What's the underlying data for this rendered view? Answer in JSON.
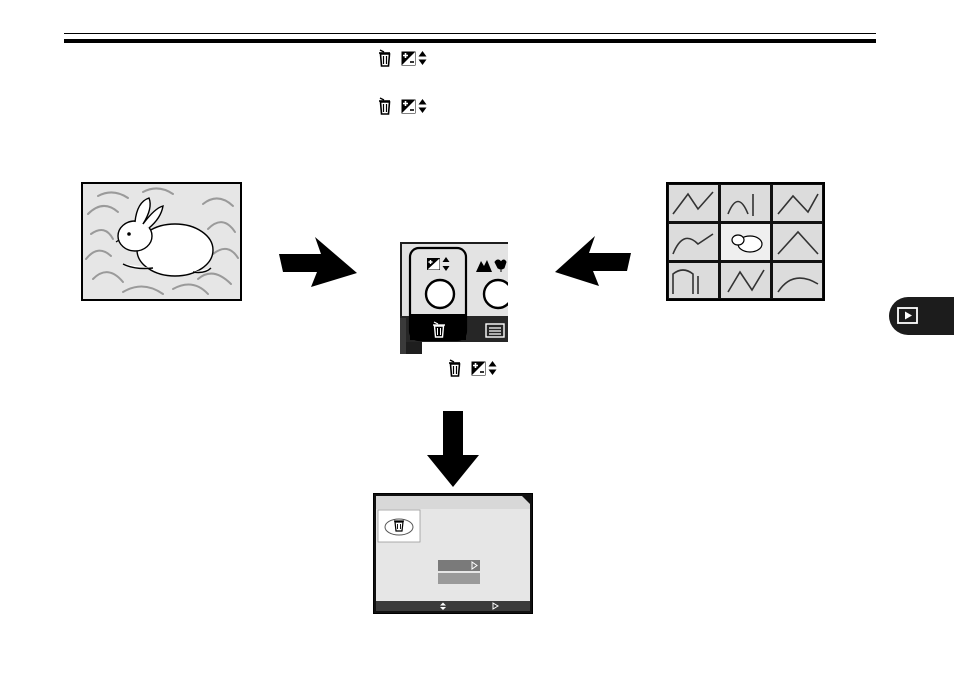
{
  "header": {
    "section": "playback"
  },
  "icons": {
    "trash": "trash-icon",
    "exposure": "exposure-compensation-icon",
    "up_down": "up-down-arrows-icon",
    "playback": "playback-icon",
    "landscape": "landscape-icon",
    "macro": "macro-flower-icon",
    "menu": "menu-icon",
    "right_arrow": "right-triangle-icon"
  },
  "colors": {
    "ink": "#000000",
    "tab": "#1c1c1c",
    "panel_gray": "#8c8c8c",
    "screen_bg": "#111111"
  },
  "illustrations": {
    "single_image": "rabbit-illustration",
    "thumbnails": "thumbnail-grid-illustration",
    "camera_buttons": "camera-back-buttons",
    "delete_screen": "delete-menu-screen"
  }
}
